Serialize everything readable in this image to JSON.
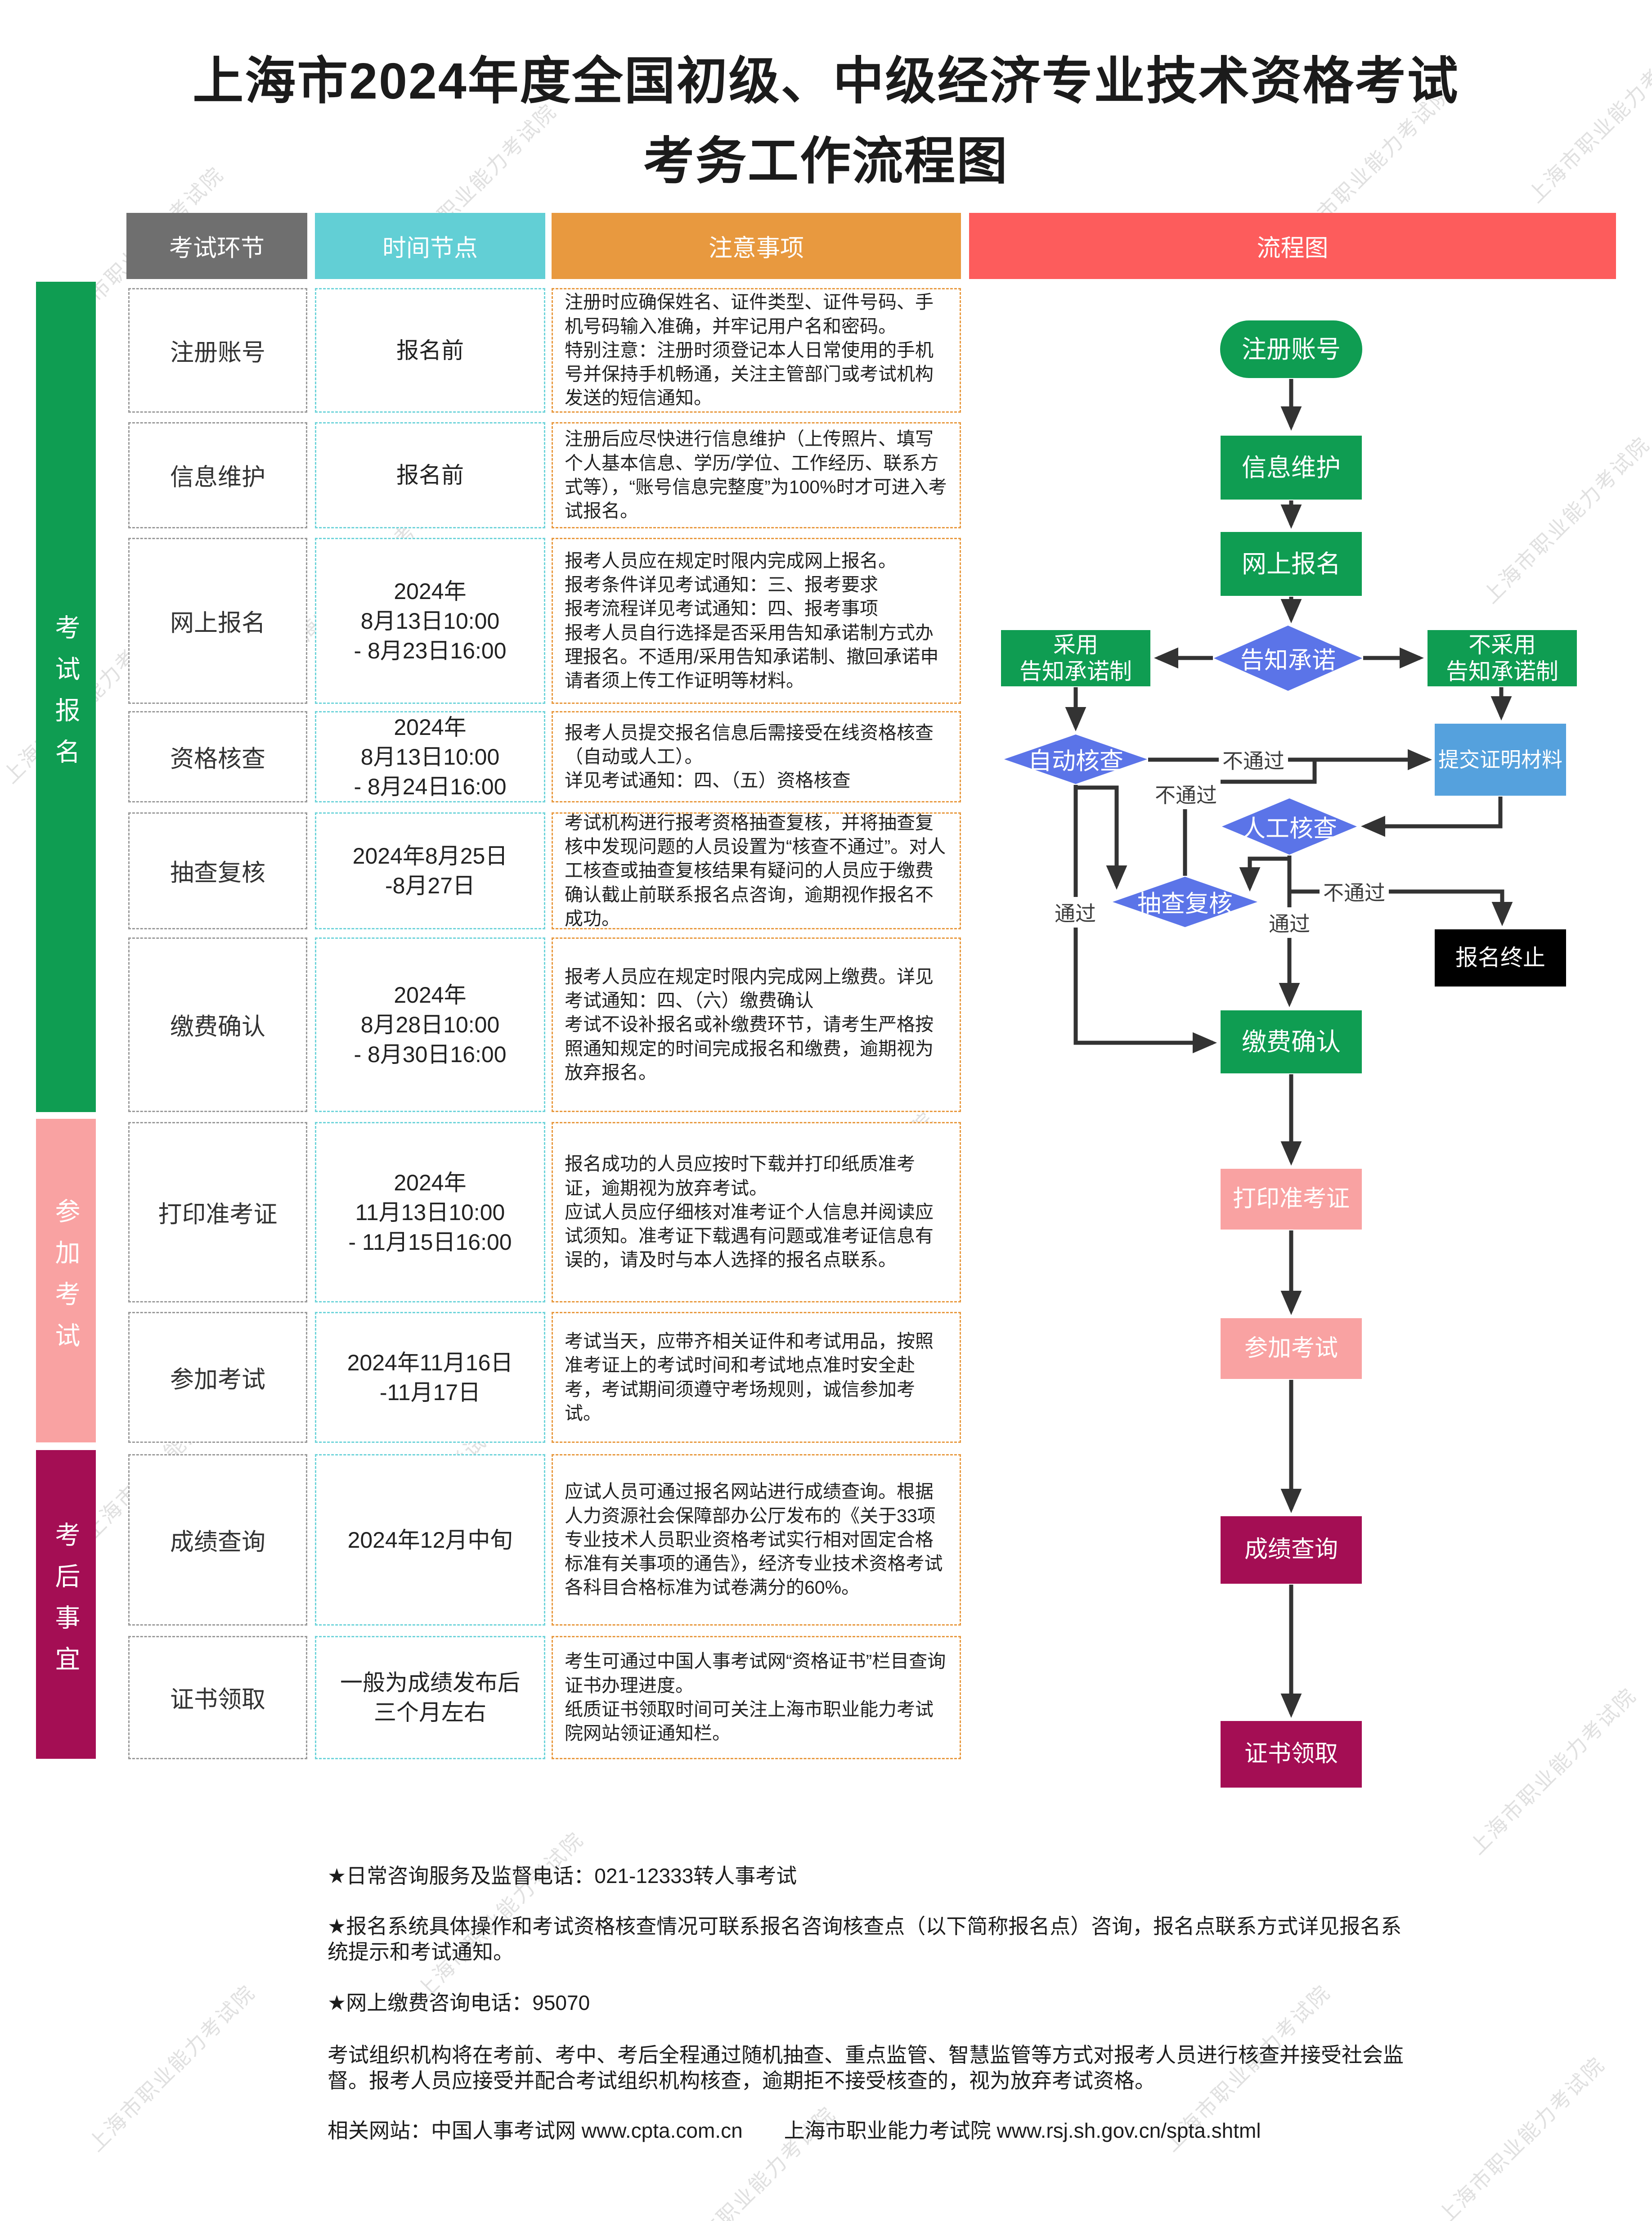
{
  "title": {
    "line1": "上海市2024年度全国初级、中级经济专业技术资格考试",
    "line2": "考务工作流程图"
  },
  "watermark": {
    "text": "上海市职业能力考试院"
  },
  "columns": {
    "step": "考试环节",
    "time": "时间节点",
    "notes": "注意事项",
    "flow": "流程图"
  },
  "categories": [
    {
      "label": "考试报名",
      "color": "#0f9d52"
    },
    {
      "label": "参加考试",
      "color": "#f9a2a2"
    },
    {
      "label": "考后事宜",
      "color": "#a40e54"
    }
  ],
  "rows": [
    {
      "step": "注册账号",
      "time": "报名前",
      "notes": "注册时应确保姓名、证件类型、证件号码、手机号码输入准确，并牢记用户名和密码。\n特别注意：注册时须登记本人日常使用的手机号并保持手机畅通，关注主管部门或考试机构发送的短信通知。"
    },
    {
      "step": "信息维护",
      "time": "报名前",
      "notes": "注册后应尽快进行信息维护（上传照片、填写个人基本信息、学历/学位、工作经历、联系方式等），“账号信息完整度”为100%时才可进入考试报名。"
    },
    {
      "step": "网上报名",
      "time": "2024年\n8月13日10:00\n- 8月23日16:00",
      "notes": "报考人员应在规定时限内完成网上报名。\n报考条件详见考试通知：三、报考要求\n报考流程详见考试通知：四、报考事项\n报考人员自行选择是否采用告知承诺制方式办理报名。不适用/采用告知承诺制、撤回承诺申请者须上传工作证明等材料。"
    },
    {
      "step": "资格核查",
      "time": "2024年\n8月13日10:00\n- 8月24日16:00",
      "notes": "报考人员提交报名信息后需接受在线资格核查（自动或人工）。\n详见考试通知：四、（五）资格核查"
    },
    {
      "step": "抽查复核",
      "time": "2024年8月25日\n-8月27日",
      "notes": "考试机构进行报考资格抽查复核，并将抽查复核中发现问题的人员设置为“核查不通过”。对人工核查或抽查复核结果有疑问的人员应于缴费确认截止前联系报名点咨询，逾期视作报名不成功。"
    },
    {
      "step": "缴费确认",
      "time": "2024年\n8月28日10:00\n- 8月30日16:00",
      "notes": "报考人员应在规定时限内完成网上缴费。详见考试通知：四、（六）缴费确认\n考试不设补报名或补缴费环节，请考生严格按照通知规定的时间完成报名和缴费，逾期视为放弃报名。"
    },
    {
      "step": "打印准考证",
      "time": "2024年\n11月13日10:00\n- 11月15日16:00",
      "notes": "报名成功的人员应按时下载并打印纸质准考证，逾期视为放弃考试。\n应试人员应仔细核对准考证个人信息并阅读应试须知。准考证下载遇有问题或准考证信息有误的，请及时与本人选择的报名点联系。"
    },
    {
      "step": "参加考试",
      "time": "2024年11月16日\n-11月17日",
      "notes": "考试当天，应带齐相关证件和考试用品，按照准考证上的考试时间和考试地点准时安全赴考，考试期间须遵守考场规则，诚信参加考试。"
    },
    {
      "step": "成绩查询",
      "time": "2024年12月中旬",
      "notes": "应试人员可通过报名网站进行成绩查询。根据人力资源社会保障部办公厅发布的《关于33项专业技术人员职业资格考试实行相对固定合格标准有关事项的通告》，经济专业技术资格考试各科目合格标准为试卷满分的60%。"
    },
    {
      "step": "证书领取",
      "time": "一般为成绩发布后\n三个月左右",
      "notes": "考生可通过中国人事考试网“资格证书”栏目查询证书办理进度。\n纸质证书领取时间可关注上海市职业能力考试院网站领证通知栏。"
    }
  ],
  "flow": {
    "nodes": {
      "register": "注册账号",
      "info": "信息维护",
      "apply": "网上报名",
      "promise": "告知承诺",
      "adopt": "采用\n告知承诺制",
      "not_adopt": "不采用\n告知承诺制",
      "auto_check": "自动核查",
      "submit_proof": "提交证明材料",
      "manual_check": "人工核查",
      "sample_review": "抽查复核",
      "terminate": "报名终止",
      "pay": "缴费确认",
      "print": "打印准考证",
      "exam": "参加考试",
      "score": "成绩查询",
      "cert": "证书领取"
    },
    "labels": {
      "pass": "通过",
      "fail": "不通过"
    },
    "colors": {
      "green": "#0f9d52",
      "blue_diamond": "#5b74e8",
      "light_blue": "#55a1dd",
      "pink": "#f9a2a2",
      "magenta": "#a40e54",
      "black": "#000000"
    }
  },
  "header_colors": {
    "step": "#6f6f6f",
    "time": "#62cfd5",
    "notes": "#e8993f",
    "flow": "#fd5c5c"
  },
  "footer": {
    "notes": [
      "★日常咨询服务及监督电话：021-12333转人事考试",
      "★报名系统具体操作和考试资格核查情况可联系报名咨询核查点（以下简称报名点）咨询，报名点联系方式详见报名系统提示和考试通知。",
      "★网上缴费咨询电话：95070",
      "考试组织机构将在考前、考中、考后全程通过随机抽查、重点监管、智慧监管等方式对报考人员进行核查并接受社会监督。报考人员应接受并配合考试组织机构核查，逾期拒不接受核查的，视为放弃考试资格。",
      "相关网站：中国人事考试网 www.cpta.com.cn　　上海市职业能力考试院 www.rsj.sh.gov.cn/spta.shtml"
    ]
  }
}
